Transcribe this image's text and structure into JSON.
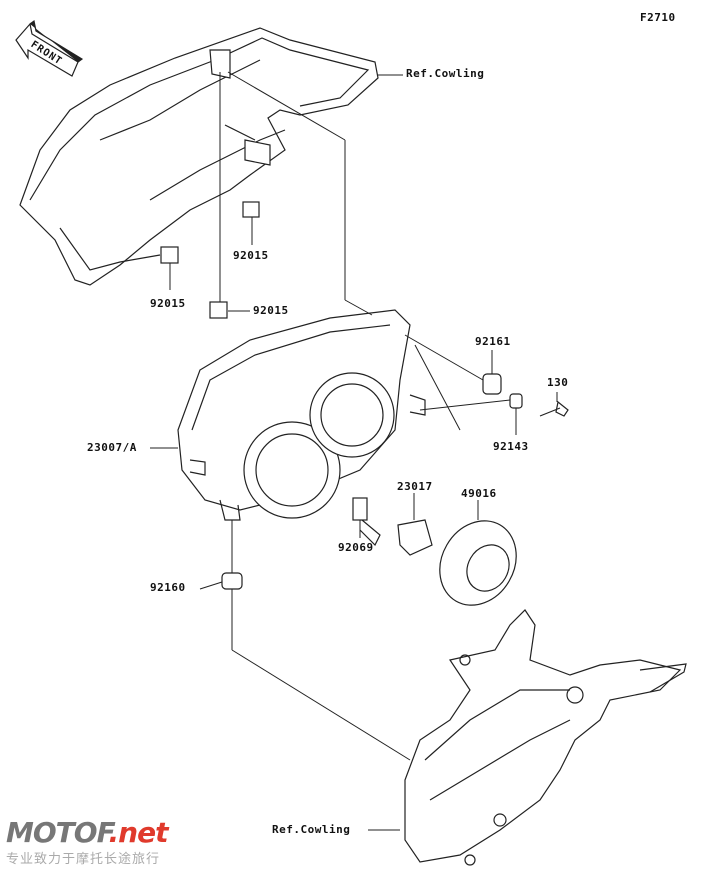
{
  "diagram_code": "F2710",
  "front_arrow_label": "FRONT",
  "labels": {
    "ref_cowling_top": "Ref.Cowling",
    "ref_cowling_bottom": "Ref.Cowling",
    "clip_a": "92015",
    "clip_b": "92015",
    "clip_c": "92015",
    "grommet_top": "92161",
    "bolt": "130",
    "collar": "92143",
    "headlamp_assy": "23007/A",
    "socket": "23017",
    "cover": "49016",
    "bulb": "92069",
    "grommet_bottom": "92160"
  },
  "watermark": {
    "brand": "MOTOF",
    "brand_suffix": ".net",
    "tagline": "专业致力于摩托长途旅行"
  }
}
